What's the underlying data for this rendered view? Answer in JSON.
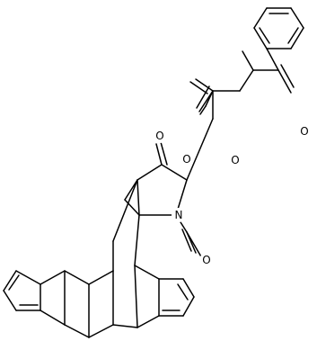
{
  "atoms": {
    "o_ketone": "O",
    "o_ester_ether": "O",
    "o_ester_carbonyl": "O",
    "n_imide": "N",
    "o_imide_top": "O",
    "o_imide_bottom": "O"
  }
}
